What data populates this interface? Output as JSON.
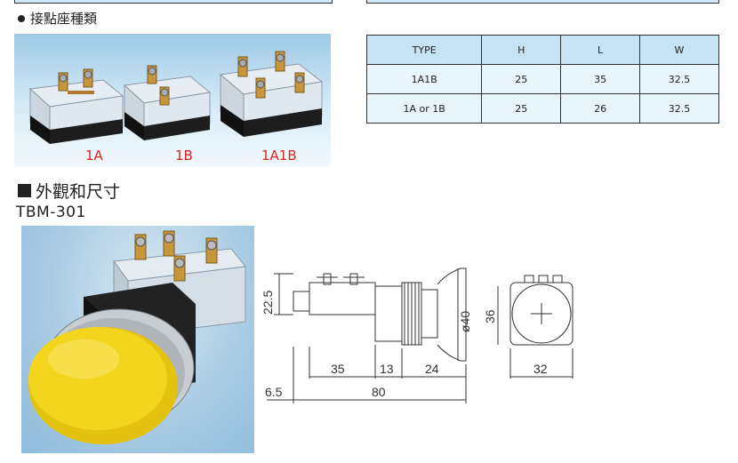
{
  "section1": {
    "title": "接點座種類",
    "photo_labels": [
      "1A",
      "1B",
      "1A1B"
    ]
  },
  "spec_table": {
    "headers": [
      "TYPE",
      "H",
      "L",
      "W"
    ],
    "rows": [
      [
        "1A1B",
        "25",
        "35",
        "32.5"
      ],
      [
        "1A or 1B",
        "25",
        "26",
        "32.5"
      ]
    ]
  },
  "section2": {
    "title": "外觀和尺寸",
    "model": "TBM-301"
  },
  "drawing": {
    "dim_height_left": "22.5",
    "dim_diameter": "ø40",
    "dim_height_right": "36",
    "dim_35": "35",
    "dim_13": "13",
    "dim_24": "24",
    "dim_65": "6.5",
    "dim_80": "80",
    "dim_32": "32"
  },
  "colors": {
    "label_red": "#d8261c",
    "table_header": "#c6e3f5",
    "table_cell": "#e9f5fc",
    "button_yellow": "#f2d51c"
  }
}
